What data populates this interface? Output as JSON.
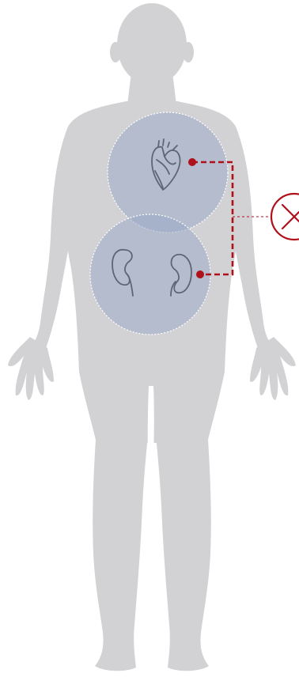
{
  "diagram": {
    "subject": "human-body-silhouette",
    "regions": [
      {
        "id": "heart",
        "organ_icon": "heart-icon"
      },
      {
        "id": "kidneys",
        "organ_icon": "kidneys-icon"
      }
    ],
    "connector_end_icon": "cross-circle-icon"
  },
  "colors": {
    "background": "#ffffff",
    "body": "#d2d2d4",
    "region_fill": "#9aa9c6",
    "region_border": "#ffffff",
    "organ_outline": "#5e6675",
    "connector": "#b0101a"
  }
}
